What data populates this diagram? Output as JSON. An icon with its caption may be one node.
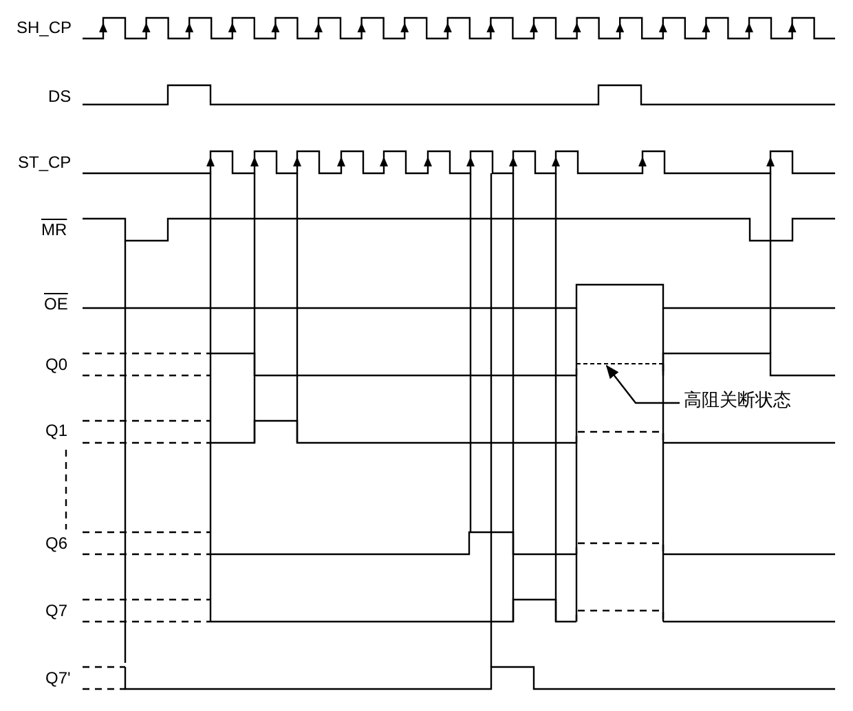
{
  "diagram": {
    "nodes": [
      {
        "text": [
          "高阻关断状态"
        ]
      },
      {
        "text": [],
        "shape": "line"
      }
    ],
    "edges": [
      {
        "from": 0,
        "to": 1,
        "arrow": "to"
      }
    ],
    "labels": [
      "SH_CP",
      "DS",
      "ST_CP",
      "MR",
      "OE",
      "Q0",
      "Q1",
      "Q6",
      "Q7",
      "Q7'"
    ]
  }
}
